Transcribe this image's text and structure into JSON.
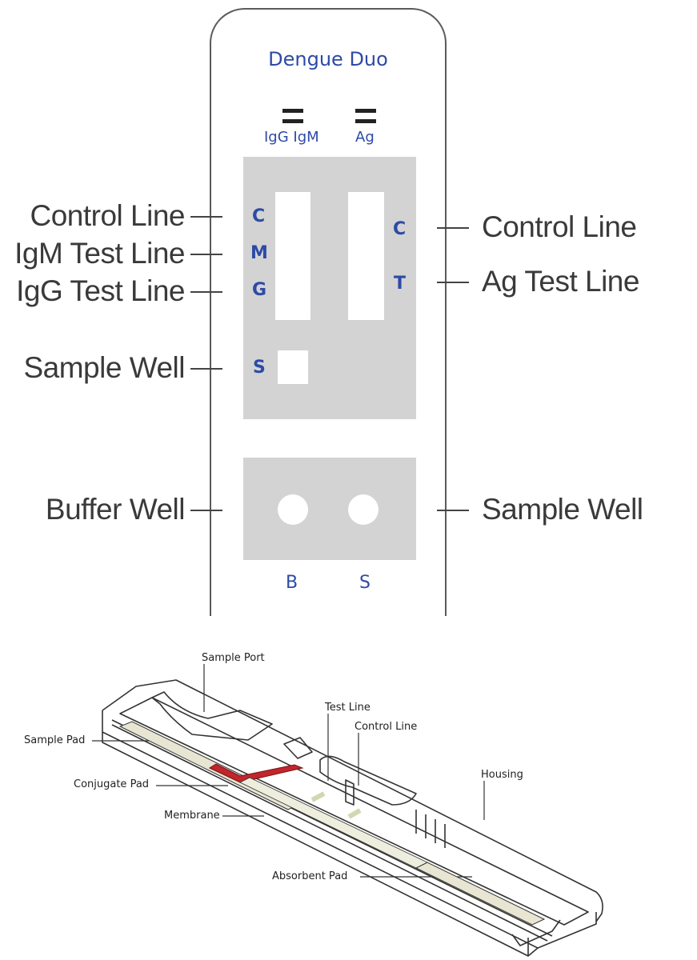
{
  "cassette": {
    "title": "Dengue Duo",
    "window_labels": {
      "left": "IgG IgM",
      "right": "Ag"
    },
    "test_window_left_letters": {
      "c": "C",
      "m": "M",
      "g": "G",
      "s": "S"
    },
    "test_window_right_letters": {
      "c": "C",
      "t": "T"
    },
    "bottom_letters": {
      "b": "B",
      "s": "S"
    }
  },
  "callouts_left": {
    "control_line": "Control Line",
    "igm_test_line": "IgM Test Line",
    "igg_test_line": "IgG Test Line",
    "sample_well": "Sample Well",
    "buffer_well": "Buffer Well"
  },
  "callouts_right": {
    "control_line": "Control Line",
    "ag_test_line": "Ag Test Line",
    "sample_well": "Sample Well"
  },
  "strip_labels": {
    "sample_port": "Sample Port",
    "test_line": "Test Line",
    "control_line": "Control Line",
    "sample_pad": "Sample Pad",
    "housing": "Housing",
    "conjugate_pad": "Conjugate Pad",
    "membrane": "Membrane",
    "absorbent_pad": "Absorbent Pad"
  },
  "colors": {
    "label_blue": "#2d4aa6",
    "window_gray": "#d3d3d3",
    "conjugate_red": "#c0262c",
    "pad_beige": "#e8e6d2"
  }
}
